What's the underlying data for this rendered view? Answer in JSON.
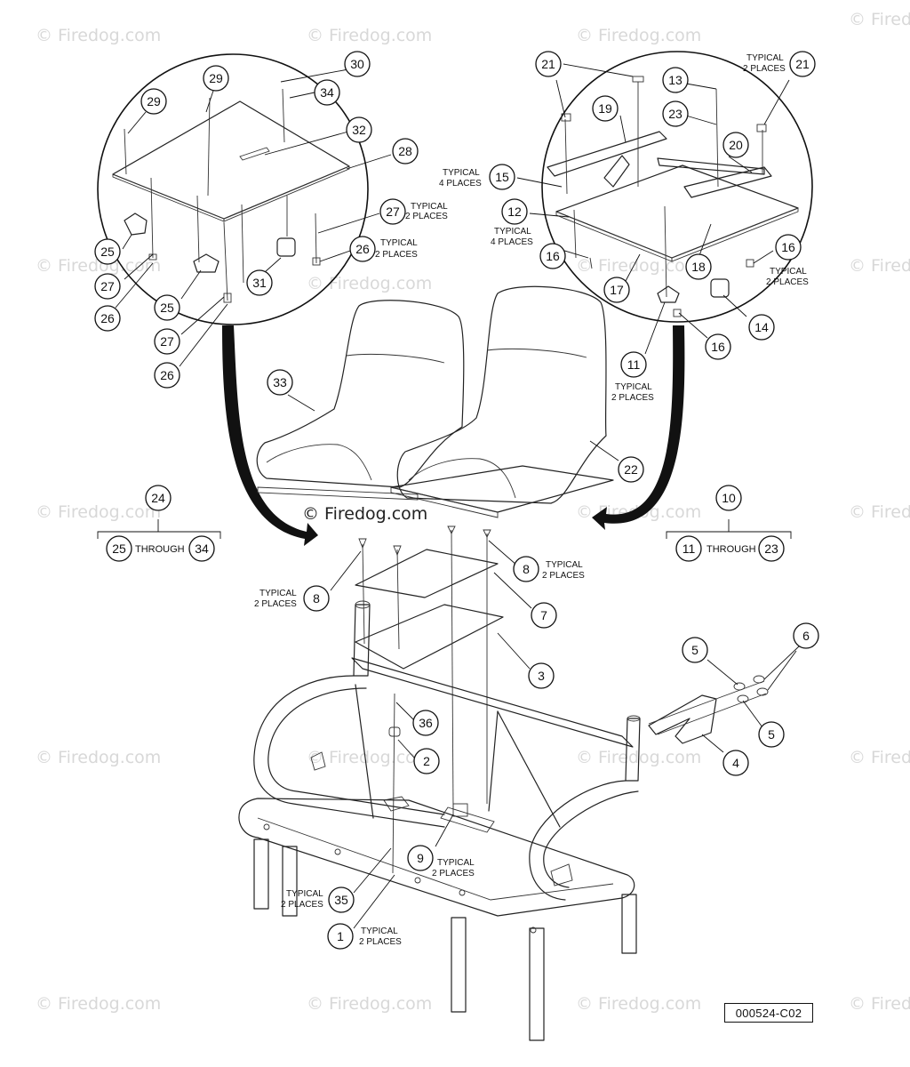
{
  "watermark": "© Firedog.com",
  "drawing_number": "000524-C02",
  "callouts": {
    "c1": "1",
    "c2": "2",
    "c3": "3",
    "c4": "4",
    "c5a": "5",
    "c5b": "5",
    "c6": "6",
    "c7": "7",
    "c8a": "8",
    "c8b": "8",
    "c9": "9",
    "c10": "10",
    "c11a": "11",
    "c11b": "11",
    "c12": "12",
    "c13": "13",
    "c14": "14",
    "c15": "15",
    "c16a": "16",
    "c16b": "16",
    "c16c": "16",
    "c17": "17",
    "c18": "18",
    "c19": "19",
    "c20": "20",
    "c21a": "21",
    "c21b": "21",
    "c22": "22",
    "c23a": "23",
    "c23b": "23",
    "c24": "24",
    "c25a": "25",
    "c25b": "25",
    "c25c": "25",
    "c26a": "26",
    "c26b": "26",
    "c26c": "26",
    "c27a": "27",
    "c27b": "27",
    "c27c": "27",
    "c28": "28",
    "c29a": "29",
    "c29b": "29",
    "c30": "30",
    "c31": "31",
    "c32": "32",
    "c33": "33",
    "c34a": "34",
    "c34b": "34",
    "c35": "35",
    "c36": "36"
  },
  "notes": {
    "typical": "TYPICAL",
    "two_places": "2 PLACES",
    "four_places": "4 PLACES",
    "through": "THROUGH"
  }
}
